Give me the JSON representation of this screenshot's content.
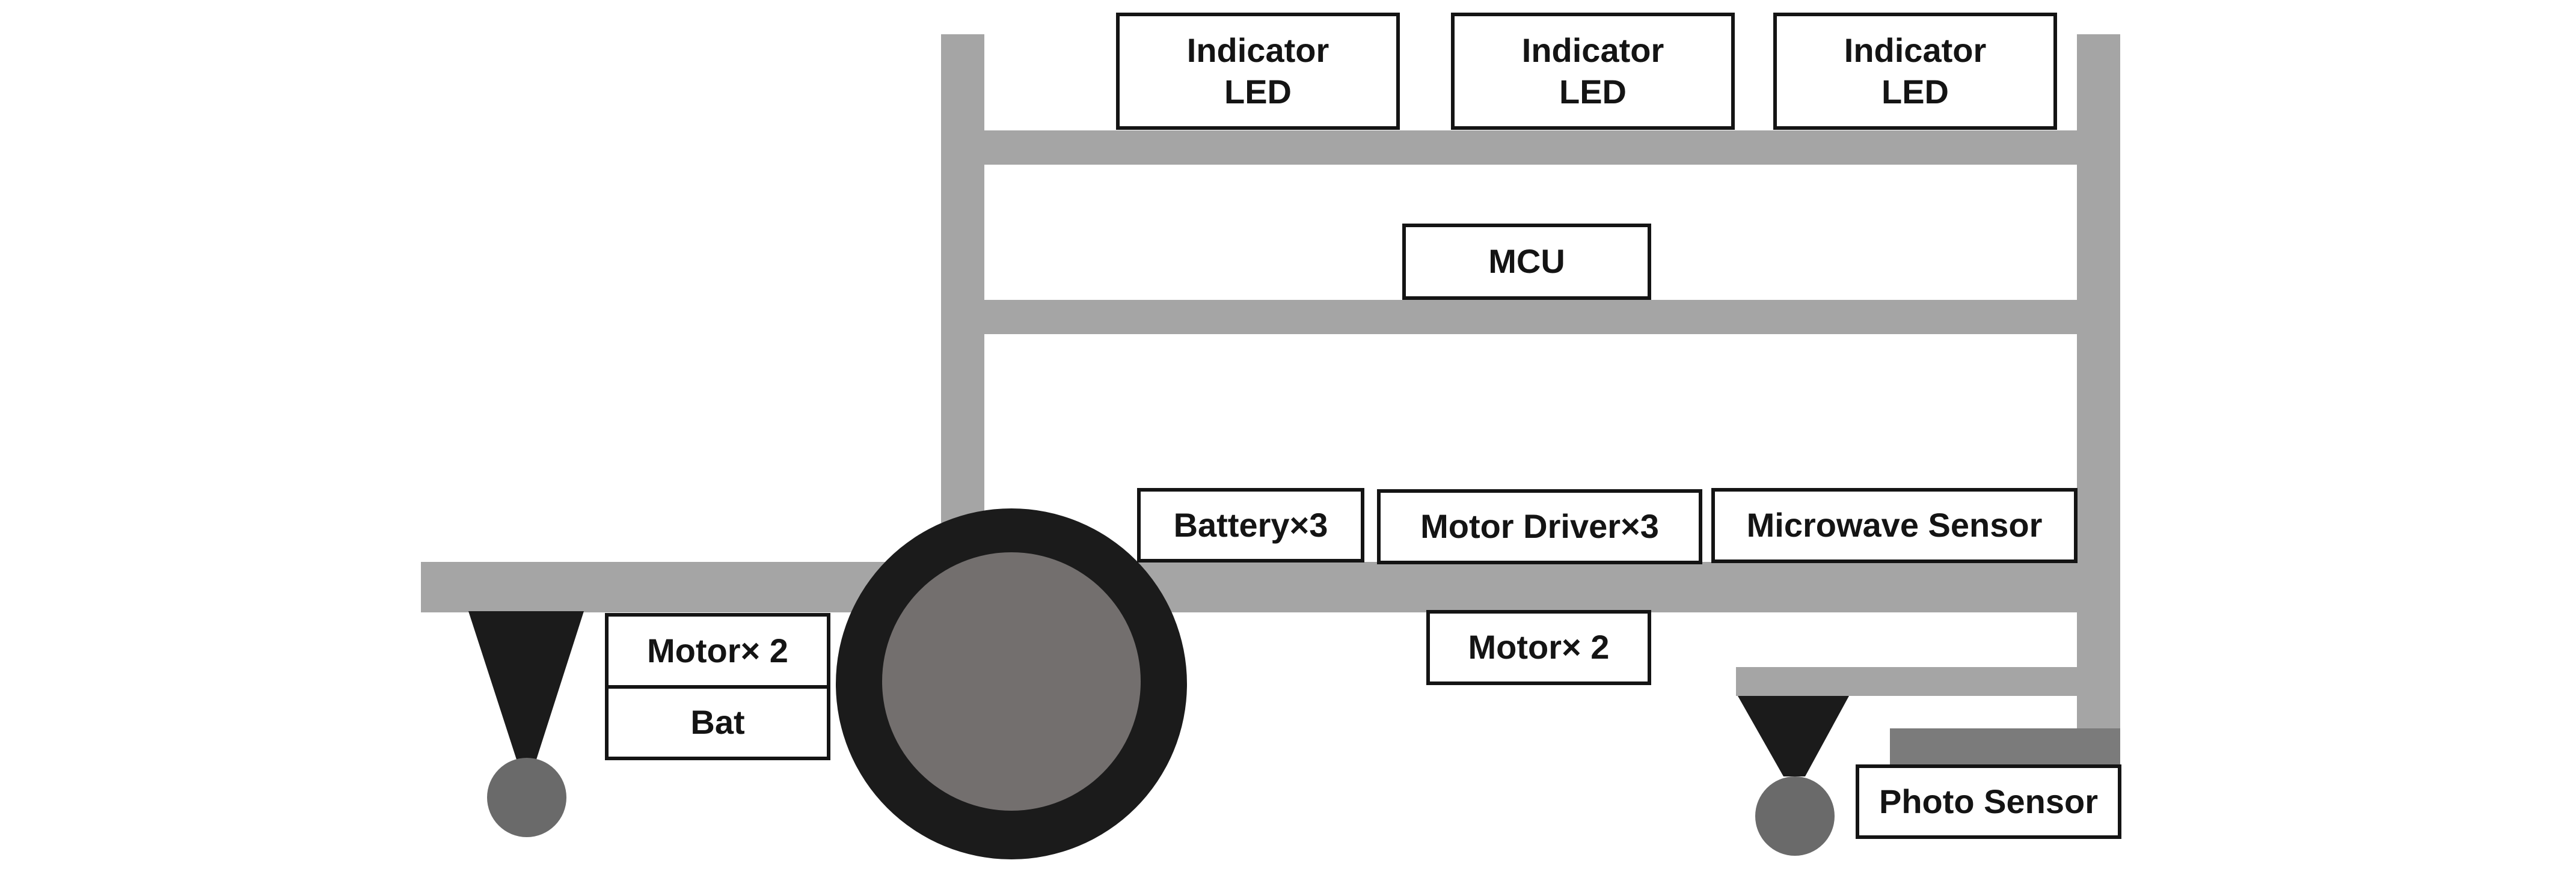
{
  "colors": {
    "frame": "#a5a5a5",
    "wheel_tire": "#1b1b1b",
    "wheel_hub": "#736f6e",
    "caster_stand": "#1b1b1b",
    "caster_ball": "#6a6a6a",
    "sensor_plate": "#7b7b7b",
    "label_border": "#141414",
    "label_text": "#141414",
    "background": "#ffffff"
  },
  "labels": {
    "indicator_led_1": "Indicator\nLED",
    "indicator_led_2": "Indicator\nLED",
    "indicator_led_3": "Indicator\nLED",
    "mcu": "MCU",
    "battery_x3": "Battery×3",
    "motor_driver_x3": "Motor Driver×3",
    "microwave_sensor": "Microwave Sensor",
    "motor_x2_rear": "Motor× 2",
    "bat": "Bat",
    "motor_x2_center": "Motor× 2",
    "photo_sensor": "Photo Sensor"
  }
}
